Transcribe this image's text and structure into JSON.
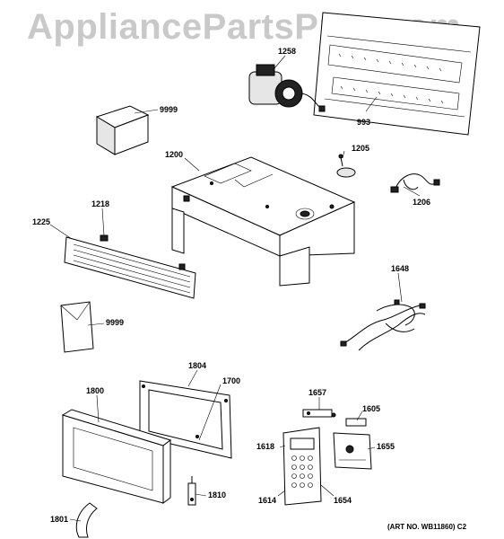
{
  "watermark": "AppliancePartsPros.com",
  "labels": {
    "p1258": "1258",
    "p993": "993",
    "p9999a": "9999",
    "p1200": "1200",
    "p1205": "1205",
    "p1206": "1206",
    "p1218": "1218",
    "p1225": "1225",
    "p1648": "1648",
    "p9999b": "9999",
    "p1804": "1804",
    "p1700": "1700",
    "p1800": "1800",
    "p1657": "1657",
    "p1605": "1605",
    "p1618": "1618",
    "p1655": "1655",
    "p1614": "1614",
    "p1654": "1654",
    "p1810": "1810",
    "p1801": "1801"
  },
  "art_number": "(ART NO. WB11860) C2"
}
